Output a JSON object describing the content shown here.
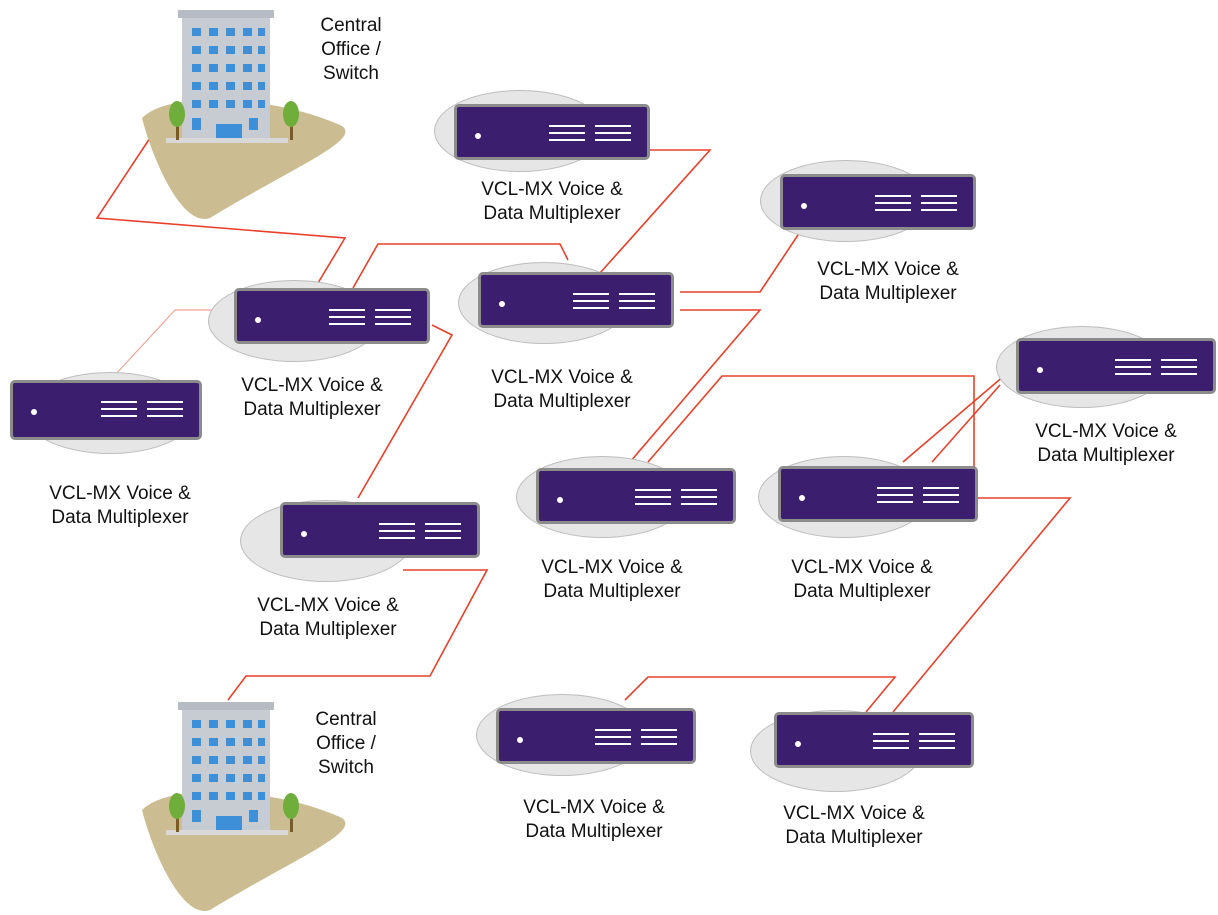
{
  "diagram": {
    "offices": [
      {
        "id": "co-top",
        "label_lines": [
          "Central",
          "Office /",
          "Switch"
        ]
      },
      {
        "id": "co-bottom",
        "label_lines": [
          "Central",
          "Office /",
          "Switch"
        ]
      }
    ],
    "multiplexers": [
      {
        "id": "mux-1",
        "label_lines": [
          "VCL-MX Voice &",
          "Data Multiplexer"
        ]
      },
      {
        "id": "mux-2",
        "label_lines": [
          "VCL-MX Voice &",
          "Data Multiplexer"
        ]
      },
      {
        "id": "mux-3",
        "label_lines": [
          "VCL-MX Voice &",
          "Data Multiplexer"
        ]
      },
      {
        "id": "mux-4",
        "label_lines": [
          "VCL-MX Voice &",
          "Data Multiplexer"
        ]
      },
      {
        "id": "mux-5",
        "label_lines": [
          "VCL-MX Voice &",
          "Data Multiplexer"
        ]
      },
      {
        "id": "mux-6",
        "label_lines": [
          "VCL-MX Voice &",
          "Data Multiplexer"
        ]
      },
      {
        "id": "mux-7",
        "label_lines": [
          "VCL-MX Voice &",
          "Data Multiplexer"
        ]
      },
      {
        "id": "mux-8",
        "label_lines": [
          "VCL-MX Voice &",
          "Data Multiplexer"
        ]
      },
      {
        "id": "mux-9",
        "label_lines": [
          "VCL-MX Voice &",
          "Data Multiplexer"
        ]
      },
      {
        "id": "mux-10",
        "label_lines": [
          "VCL-MX Voice &",
          "Data Multiplexer"
        ]
      },
      {
        "id": "mux-11",
        "label_lines": [
          "VCL-MX Voice &",
          "Data Multiplexer"
        ]
      }
    ],
    "colors": {
      "link": "#e8402b",
      "device_body": "#3b1f6e",
      "device_border": "#8c8c8c",
      "ground": "#cbbd91",
      "building": "#c7ccd3",
      "window": "#3d8fd8",
      "tree": "#6fae3a"
    }
  }
}
